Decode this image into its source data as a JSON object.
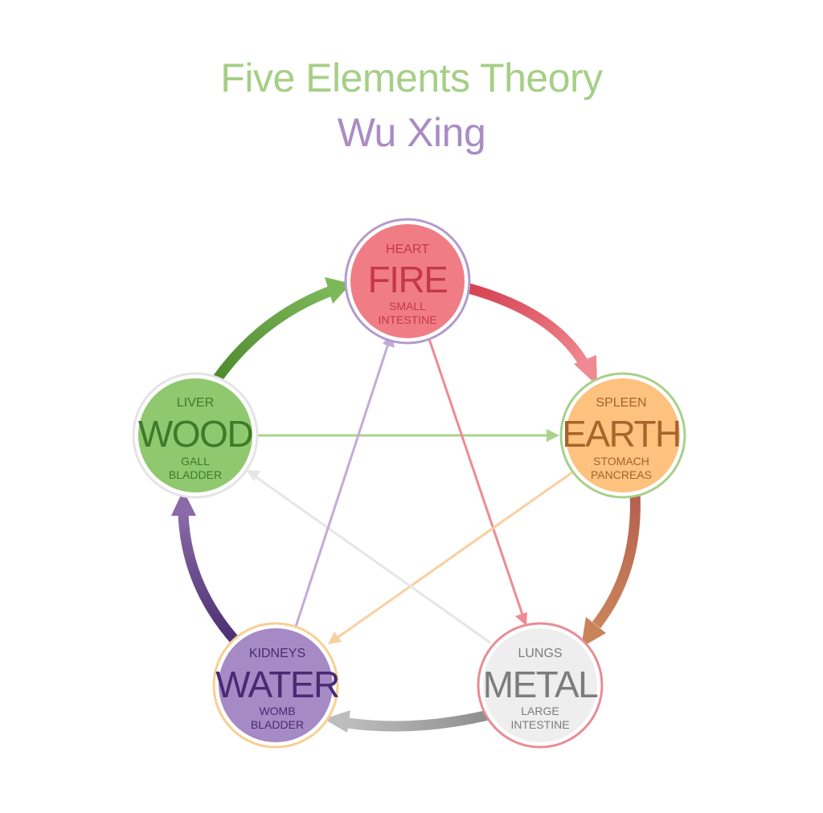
{
  "title": "Five Elements Theory",
  "subtitle": "Wu Xing",
  "colors": {
    "title": "#a6cf86",
    "subtitle": "#a98cc4"
  },
  "elements": {
    "fire": {
      "name": "FIRE",
      "organ_top": "HEART",
      "organ_bottom_1": "SMALL",
      "organ_bottom_2": "INTESTINE",
      "fill": "#f07d86",
      "ring": "#b39bcc",
      "text": "#c43848"
    },
    "earth": {
      "name": "EARTH",
      "organ_top": "SPLEEN",
      "organ_bottom_1": "STOMACH",
      "organ_bottom_2": "PANCREAS",
      "fill": "#fcc27e",
      "ring": "#a8d08a",
      "text": "#a8642a"
    },
    "metal": {
      "name": "METAL",
      "organ_top": "LUNGS",
      "organ_bottom_1": "LARGE",
      "organ_bottom_2": "INTESTINE",
      "fill": "#eeeeee",
      "ring": "#e98c96",
      "text": "#7c7c7c"
    },
    "water": {
      "name": "WATER",
      "organ_top": "KIDNEYS",
      "organ_bottom_1": "WOMB",
      "organ_bottom_2": "BLADDER",
      "fill": "#a68ac6",
      "ring": "#f8cf92",
      "text": "#4a2a72"
    },
    "wood": {
      "name": "WOOD",
      "organ_top": "LIVER",
      "organ_bottom_1": "GALL",
      "organ_bottom_2": "BLADDER",
      "fill": "#8fc86e",
      "ring": "#e4e4e4",
      "text": "#3f7a2a"
    }
  }
}
